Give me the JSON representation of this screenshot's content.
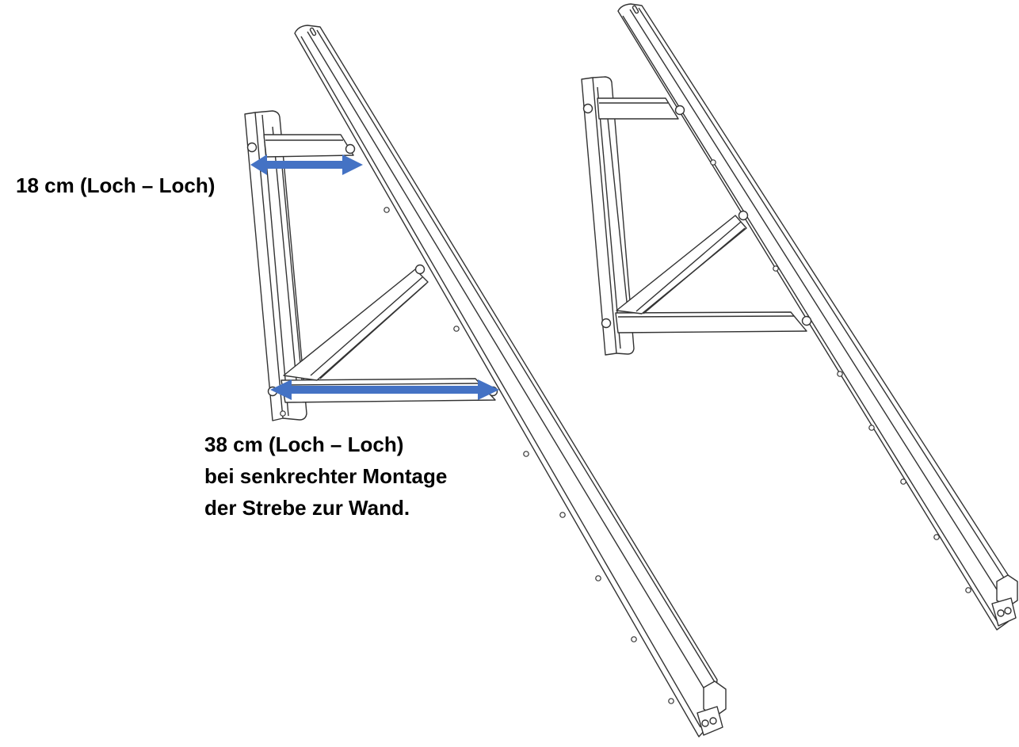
{
  "annotations": {
    "upper_strut": {
      "text": "18 cm (Loch – Loch)"
    },
    "lower_strut": {
      "lines": [
        "38 cm (Loch – Loch)",
        "bei senkrechter Montage",
        "der Strebe zur Wand."
      ]
    }
  },
  "colors": {
    "arrow": "#4472C4",
    "linework": "#333333",
    "text": "#000000",
    "background": "#FFFFFF"
  },
  "figures": [
    {
      "name": "left-bracket",
      "has_dimension_arrows": true
    },
    {
      "name": "right-bracket",
      "has_dimension_arrows": false
    }
  ]
}
